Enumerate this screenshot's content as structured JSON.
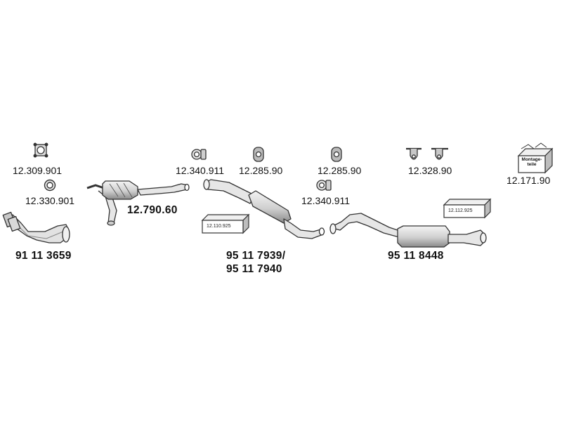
{
  "parts": {
    "clamp_square": "12.309.901",
    "ring_gasket": "12.330.901",
    "front_pipe": "91 11 3659",
    "catalyst": "12.790.60",
    "clamp_left": "12.340.911",
    "rubber_mount_left": "12.285.90",
    "middle_silencer_a": "95 11 7939/",
    "middle_silencer_b": "95 11 7940",
    "rubber_mount_right": "12.285.90",
    "clamp_right": "12.340.911",
    "rear_hangers": "12.328.90",
    "rear_silencer": "95 11 8448",
    "mounting_kit": "12.171.90"
  },
  "boxes": {
    "kit_box_middle": "12.110.925",
    "kit_box_rear": "12.112.925"
  },
  "kit_label_line1": "Montage-",
  "kit_label_line2": "teile",
  "colors": {
    "line": "#333333",
    "fill": "#e4e4e4",
    "shade": "#b8b8b8"
  }
}
